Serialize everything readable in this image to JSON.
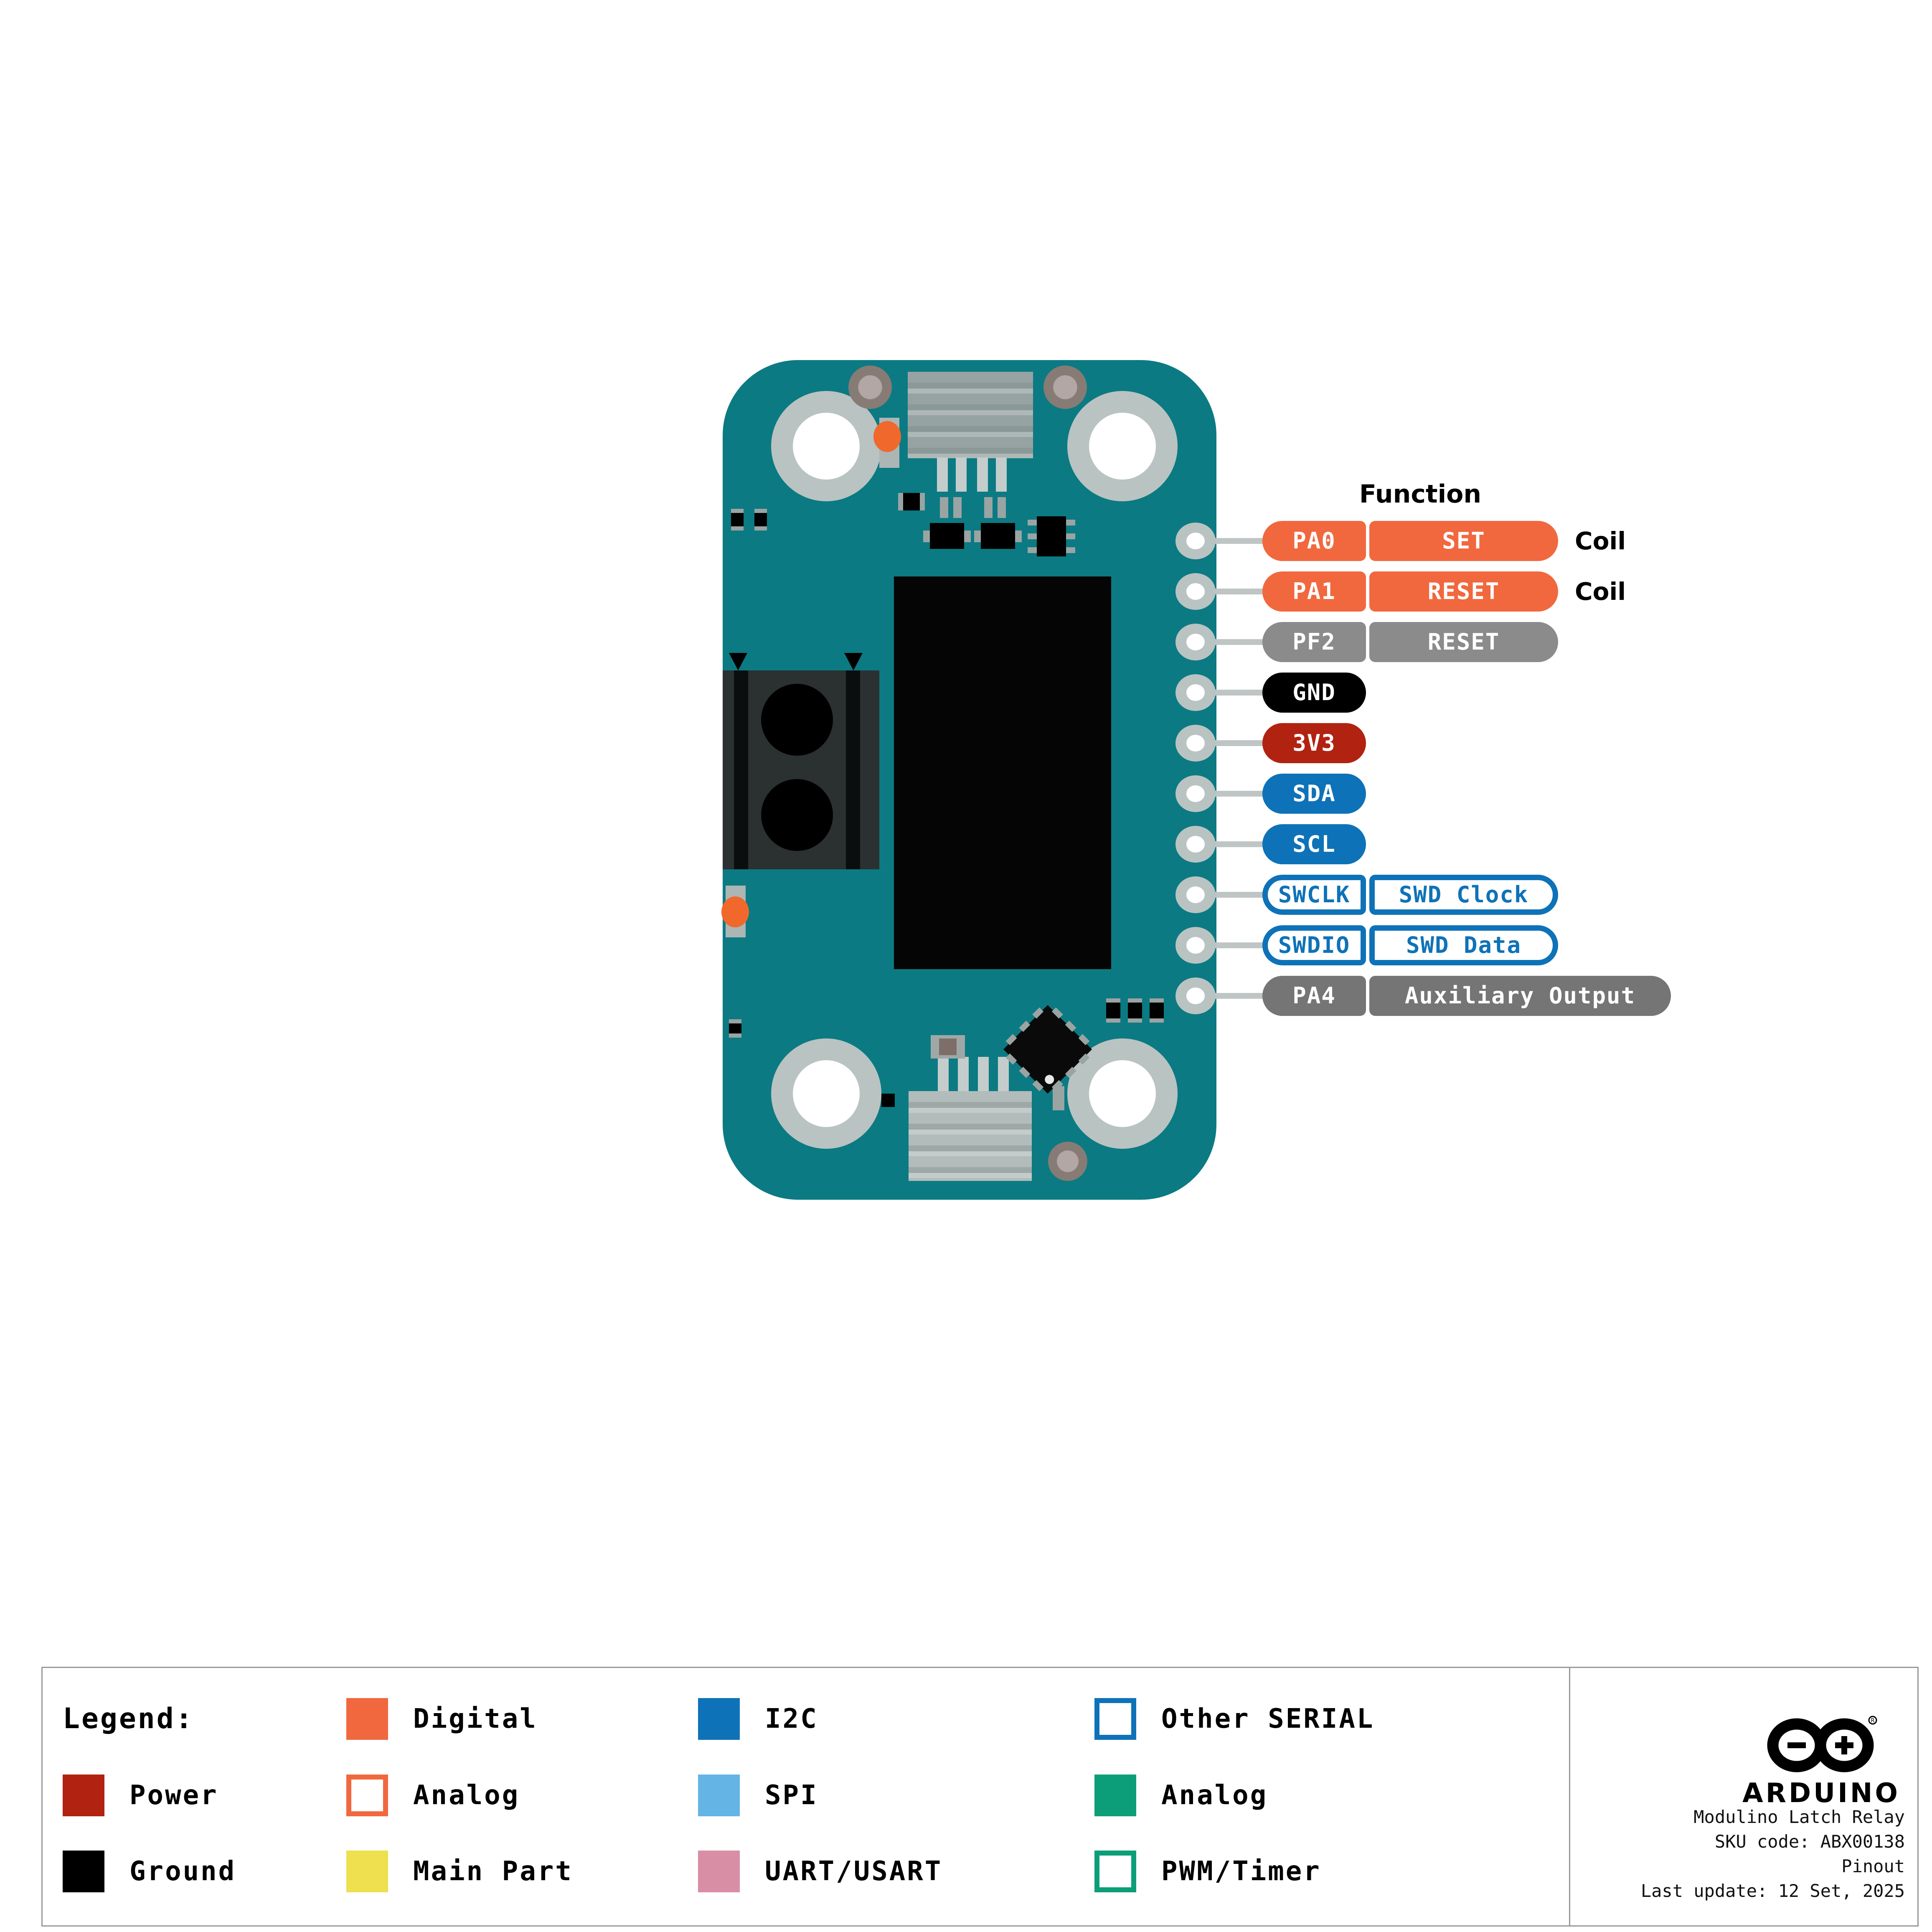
{
  "header": {
    "function_label": "Function"
  },
  "pins": [
    {
      "name": "PA0",
      "function": "SET",
      "note": "Coil",
      "category": "digital"
    },
    {
      "name": "PA1",
      "function": "RESET",
      "note": "Coil",
      "category": "digital"
    },
    {
      "name": "PF2",
      "function": "RESET",
      "note": "",
      "category": "reset"
    },
    {
      "name": "GND",
      "function": "",
      "note": "",
      "category": "ground"
    },
    {
      "name": "3V3",
      "function": "",
      "note": "",
      "category": "power"
    },
    {
      "name": "SDA",
      "function": "",
      "note": "",
      "category": "i2c"
    },
    {
      "name": "SCL",
      "function": "",
      "note": "",
      "category": "i2c"
    },
    {
      "name": "SWCLK",
      "function": "SWD Clock",
      "note": "",
      "category": "other-serial"
    },
    {
      "name": "SWDIO",
      "function": "SWD Data",
      "note": "",
      "category": "other-serial"
    },
    {
      "name": "PA4",
      "function": "Auxiliary Output",
      "note": "",
      "category": "auxiliary"
    }
  ],
  "legend": {
    "title": "Legend:",
    "items": [
      {
        "label": "Digital",
        "color": "#F1683F",
        "style": "solid"
      },
      {
        "label": "I2C",
        "color": "#0E72B8",
        "style": "solid"
      },
      {
        "label": "Other SERIAL",
        "color": "#0E72B8",
        "style": "outline"
      },
      {
        "label": "Power",
        "color": "#B22211",
        "style": "solid"
      },
      {
        "label": "Analog",
        "color": "#F1683F",
        "style": "outline"
      },
      {
        "label": "SPI",
        "color": "#64B4E6",
        "style": "solid"
      },
      {
        "label": "Analog",
        "color": "#0C9E78",
        "style": "solid"
      },
      {
        "label": "Ground",
        "color": "#000000",
        "style": "solid"
      },
      {
        "label": "Main Part",
        "color": "#EEE04E",
        "style": "solid"
      },
      {
        "label": "UART/USART",
        "color": "#D88EA4",
        "style": "solid"
      },
      {
        "label": "PWM/Timer",
        "color": "#0C9E78",
        "style": "outline"
      }
    ]
  },
  "footer": {
    "brand": "ARDUINO",
    "product": "Modulino Latch Relay",
    "sku": "SKU code: ABX00138",
    "doc_type": "Pinout",
    "last_update": "Last update: 12 Set, 2025"
  },
  "colors": {
    "board_teal": "#0B7A83",
    "digital_orange": "#F1683F",
    "i2c_blue": "#0E72B8",
    "spi_blue": "#64B4E6",
    "power_red": "#B22211",
    "analog_green": "#0C9E78",
    "uart_pink": "#D88EA4",
    "main_part_yellow": "#EEE04E",
    "reset_gray": "#8B8B8B",
    "auxiliary_gray": "#757575"
  }
}
